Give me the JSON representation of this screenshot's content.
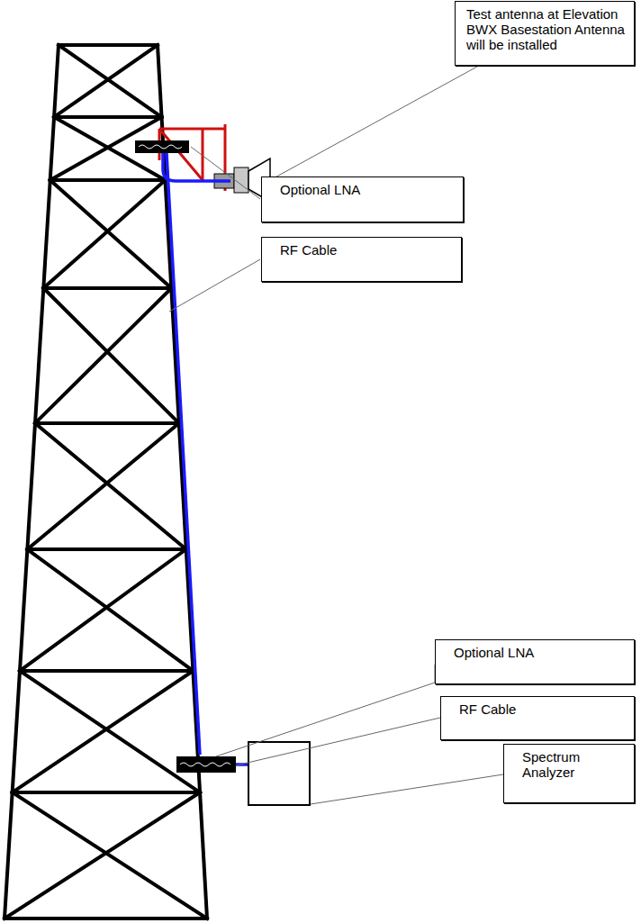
{
  "diagram": {
    "nodes": [
      {
        "text": [
          "Test antenna at Elevation BWX Basestation Antenna will be installed"
        ]
      },
      {
        "text": [
          "Optional LNA"
        ]
      },
      {
        "text": [
          "RF Cable"
        ]
      },
      {
        "text": [
          "Optional LNA"
        ]
      },
      {
        "text": [
          "RF Cable"
        ]
      },
      {
        "text": [
          "Spectrum Analyzer"
        ]
      }
    ]
  }
}
